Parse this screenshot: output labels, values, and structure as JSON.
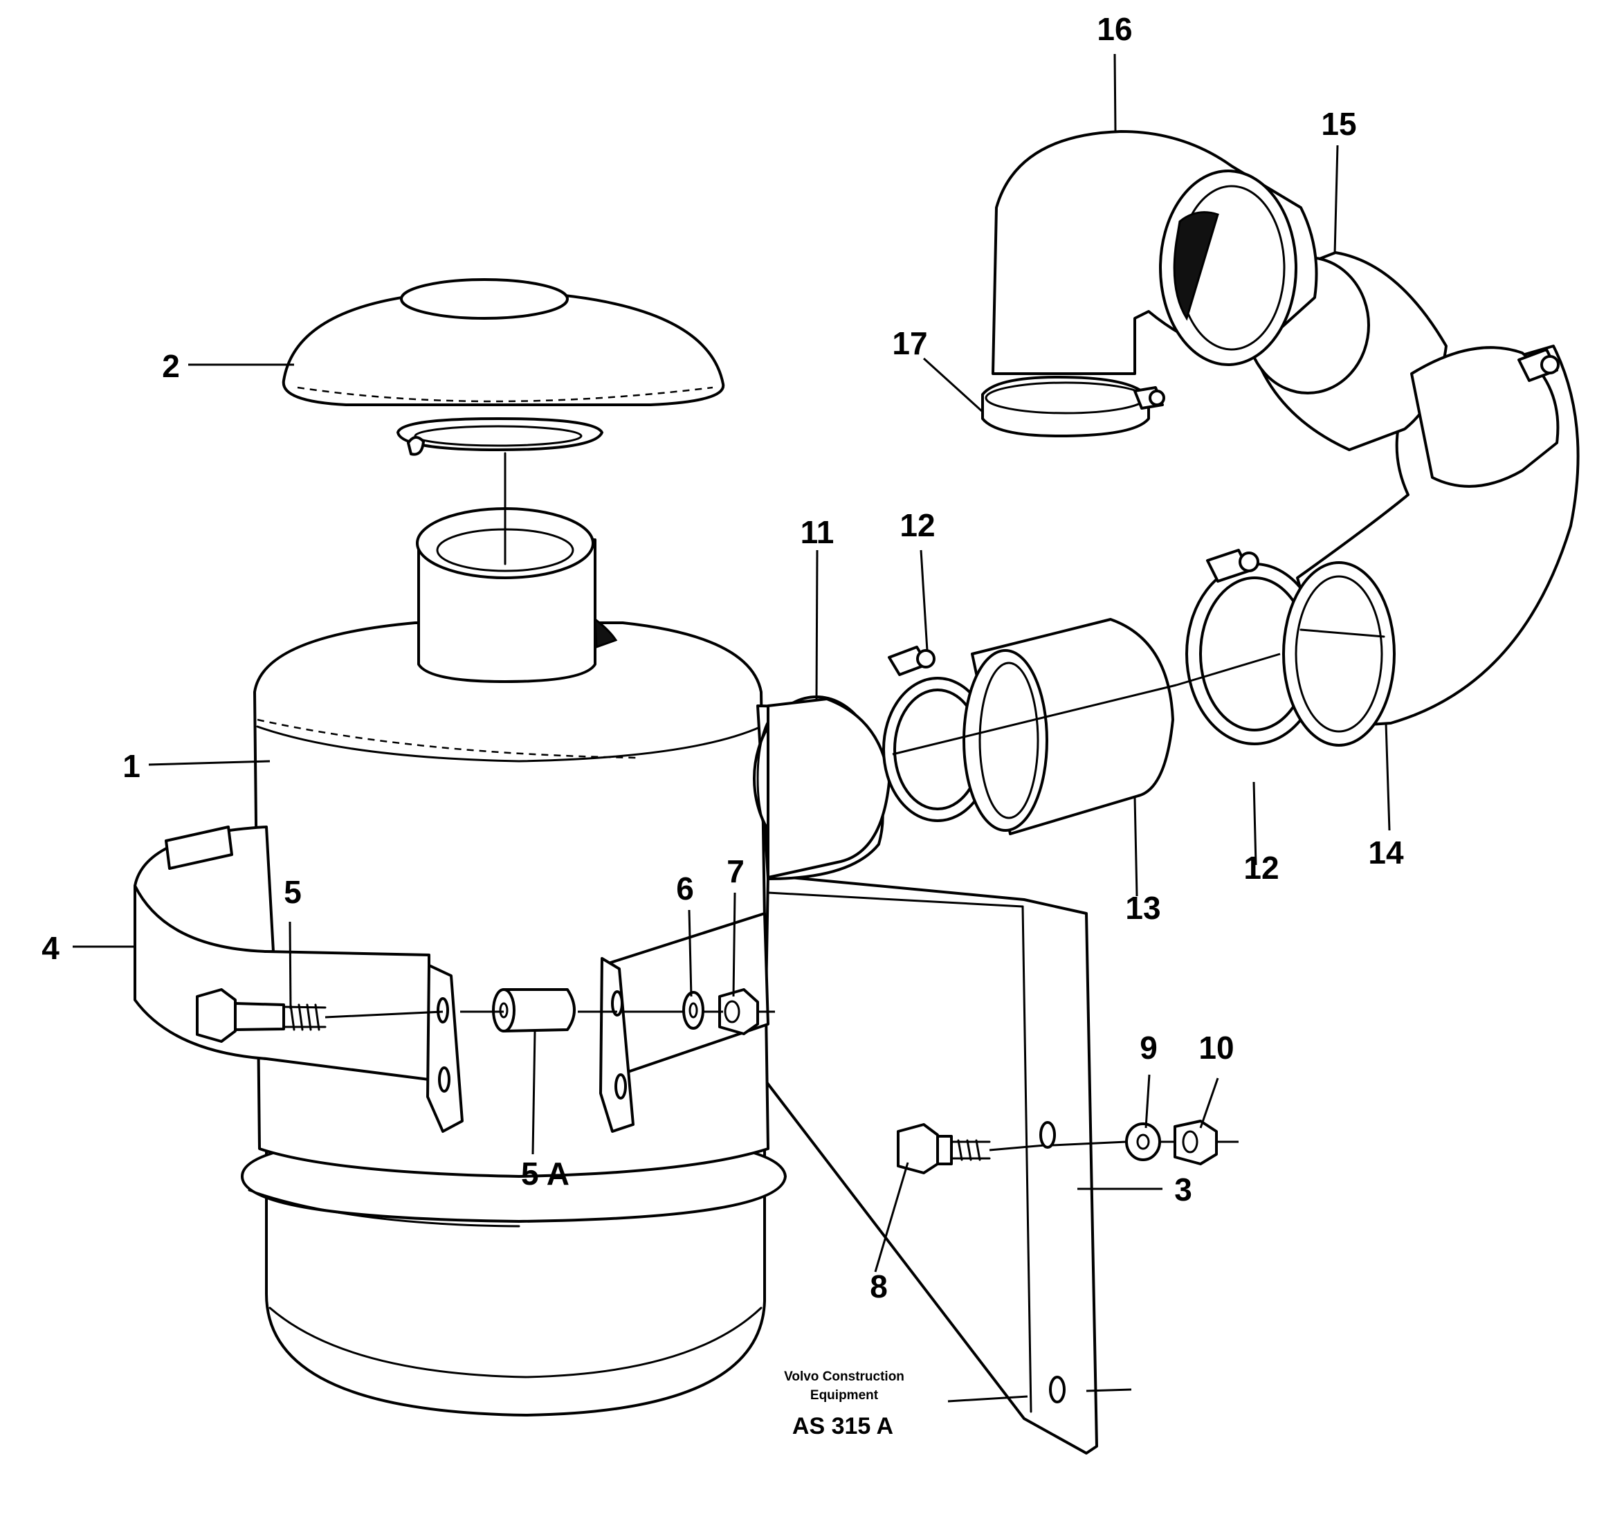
{
  "callouts": {
    "c1": "1",
    "c2": "2",
    "c3": "3",
    "c4": "4",
    "c5": "5",
    "c5a": "5 A",
    "c6": "6",
    "c7": "7",
    "c8": "8",
    "c9": "9",
    "c10": "10",
    "c11": "11",
    "c12a": "12",
    "c12b": "12",
    "c13": "13",
    "c14": "14",
    "c15": "15",
    "c16": "16",
    "c17": "17"
  },
  "caption": {
    "line1": "Volvo Construction",
    "line2": "Equipment",
    "code": "AS 315 A"
  }
}
